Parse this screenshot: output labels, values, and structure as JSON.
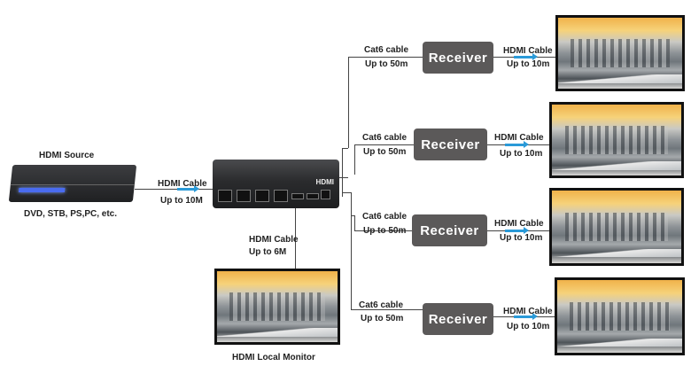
{
  "source": {
    "title": "HDMI Source",
    "subtitle": "DVD, STB, PS,PC, etc."
  },
  "input_cable": {
    "type": "HDMI Cable",
    "length": "Up to 10M"
  },
  "splitter": {
    "brand_mark": "HDMI"
  },
  "local_cable": {
    "type": "HDMI Cable",
    "length": "Up to 6M"
  },
  "local_monitor": {
    "label": "HDMI Local Monitor"
  },
  "branches": [
    {
      "cat6": "Cat6 cable",
      "cat6_len": "Up to 50m",
      "receiver": "Receiver",
      "hdmi": "HDMI Cable",
      "hdmi_len": "Up to 10m"
    },
    {
      "cat6": "Cat6 cable",
      "cat6_len": "Up to 50m",
      "receiver": "Receiver",
      "hdmi": "HDMI Cable",
      "hdmi_len": "Up to 10m"
    },
    {
      "cat6": "Cat6 cable",
      "cat6_len": "Up to 50m",
      "receiver": "Receiver",
      "hdmi": "HDMI Cable",
      "hdmi_len": "Up to 10m"
    },
    {
      "cat6": "Cat6 cable",
      "cat6_len": "Up to 50m",
      "receiver": "Receiver",
      "hdmi": "HDMI Cable",
      "hdmi_len": "Up to 10m"
    }
  ],
  "colors": {
    "receiver": "#5b5959",
    "arrow": "#2a9ad8",
    "line": "#444444"
  }
}
